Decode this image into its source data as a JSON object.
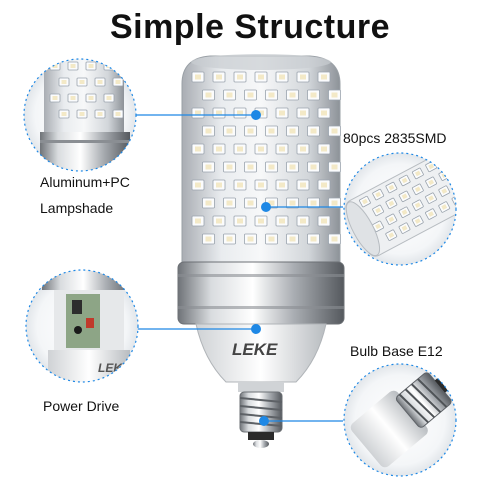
{
  "title": "Simple Structure",
  "labels": {
    "shade_line1": "Aluminum+PC",
    "shade_line2": "Lampshade",
    "smd": "80pcs 2835SMD",
    "drive": "Power Drive",
    "base": "Bulb Base E12"
  },
  "brand": "LEKE",
  "colors": {
    "callout_line": "#1e88e5",
    "dot": "#1e88e5",
    "text": "#111111"
  }
}
